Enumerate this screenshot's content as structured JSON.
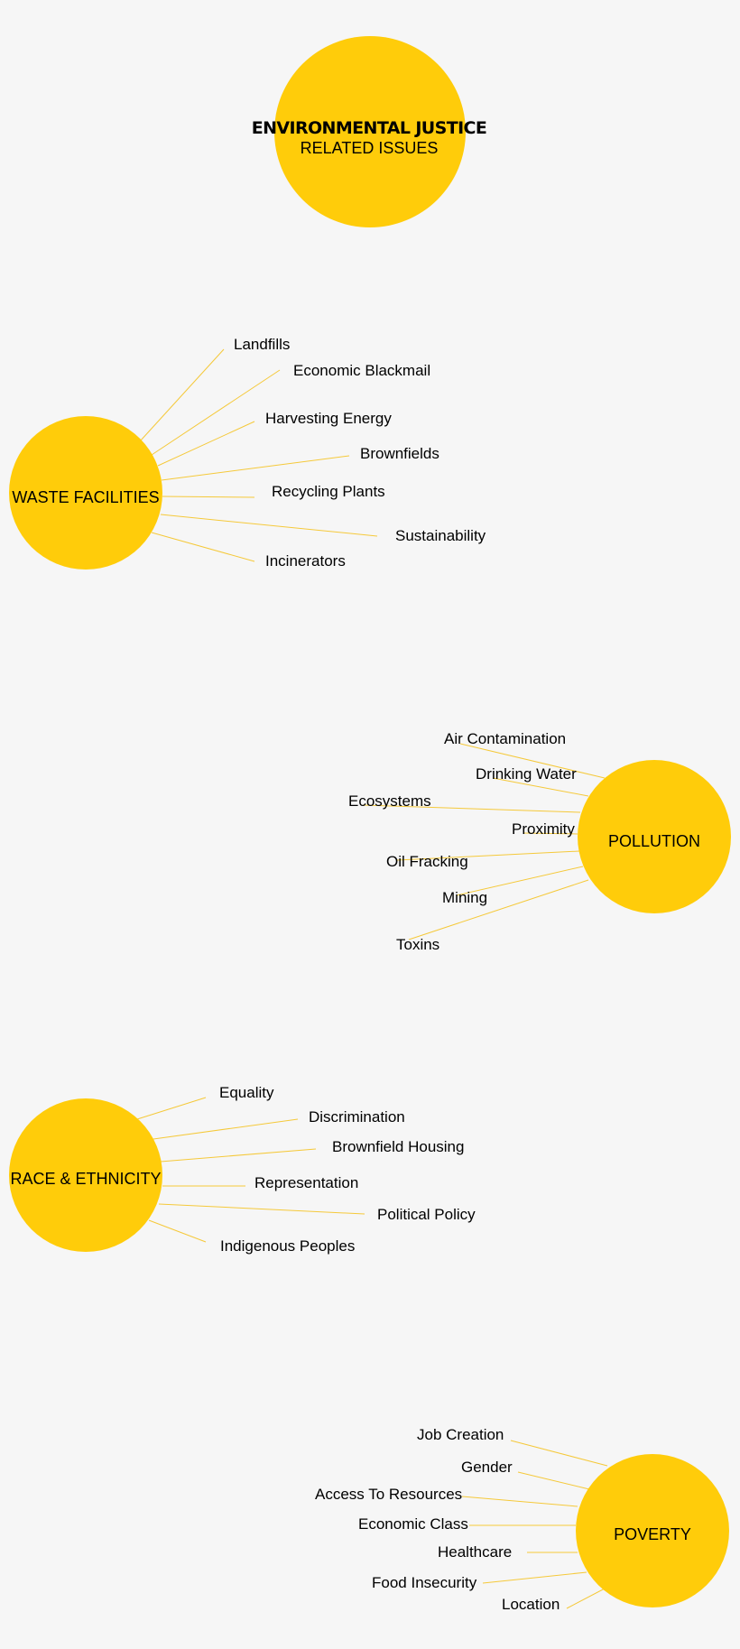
{
  "title": {
    "heading": "ENVIRONMENTAL JUSTICE",
    "subheading": "RELATED ISSUES"
  },
  "colors": {
    "hub": "#ffcc0a",
    "connector": "#f5c93a",
    "background": "#f6f6f6",
    "text": "#1a1a1a"
  },
  "clusters": [
    {
      "label": "WASTE FACILITIES",
      "items": [
        "Landfills",
        "Economic Blackmail",
        "Harvesting Energy",
        "Brownfields",
        "Recycling Plants",
        "Sustainability",
        "Incinerators"
      ]
    },
    {
      "label": "POLLUTION",
      "items": [
        "Air Contamination",
        "Drinking Water",
        "Ecosystems",
        "Proximity",
        "Oil Fracking",
        "Mining",
        "Toxins"
      ]
    },
    {
      "label": "RACE & ETHNICITY",
      "items": [
        "Equality",
        "Discrimination",
        "Brownfield Housing",
        "Representation",
        "Political Policy",
        "Indigenous Peoples"
      ]
    },
    {
      "label": "POVERTY",
      "items": [
        "Job Creation",
        "Gender",
        "Access To Resources",
        "Economic Class",
        "Healthcare",
        "Food Insecurity",
        "Location"
      ]
    }
  ]
}
